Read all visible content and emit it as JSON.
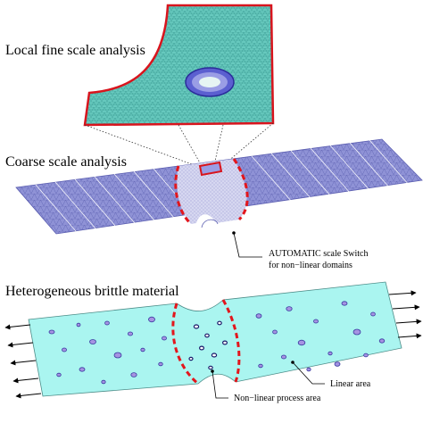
{
  "labels": {
    "fine": "Local fine scale analysis",
    "coarse": "Coarse scale analysis",
    "hetero": "Heterogeneous brittle material",
    "auto_line1": "AUTOMATIC scale Switch",
    "auto_line2": "for non−linear domains",
    "linear": "Linear area",
    "nonlinear": "Non−linear process area"
  },
  "colors": {
    "mesh_fill": "#67c9be",
    "coarse_fill": "#8f92d6",
    "cyan_fill": "#aaf5f0",
    "dashed_red": "#e3161c",
    "outline_red": "#d8141d",
    "hole_blue": "#3d3fb6",
    "inclusion": "#a693e2"
  }
}
